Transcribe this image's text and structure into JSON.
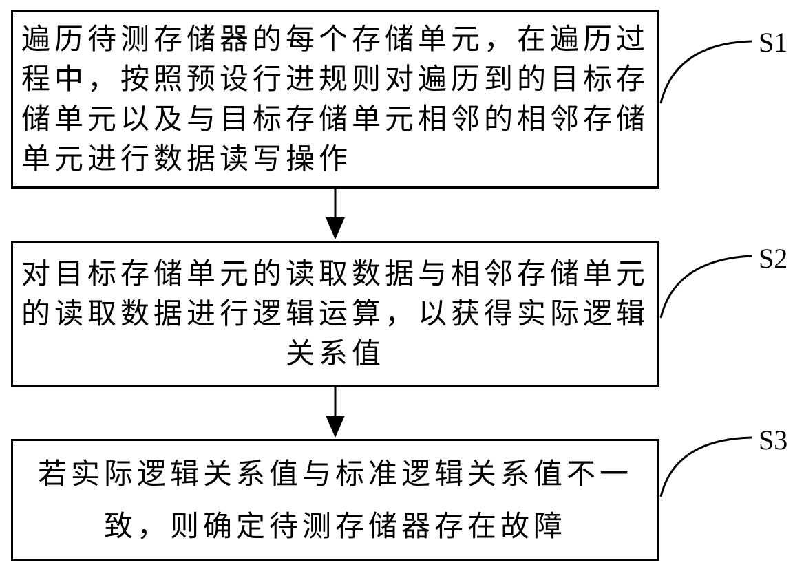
{
  "steps": [
    {
      "id": "S1",
      "text": "遍历待测存储器的每个存储单元，在遍历过程中，按照预设行进规则对遍历到的目标存储单元以及与目标存储单元相邻的相邻存储单元进行数据读写操作"
    },
    {
      "id": "S2",
      "text": "对目标存储单元的读取数据与相邻存储单元的读取数据进行逻辑运算，以获得实际逻辑关系值"
    },
    {
      "id": "S3",
      "text": "若实际逻辑关系值与标准逻辑关系值不一致，则确定待测存储器存在故障"
    }
  ]
}
